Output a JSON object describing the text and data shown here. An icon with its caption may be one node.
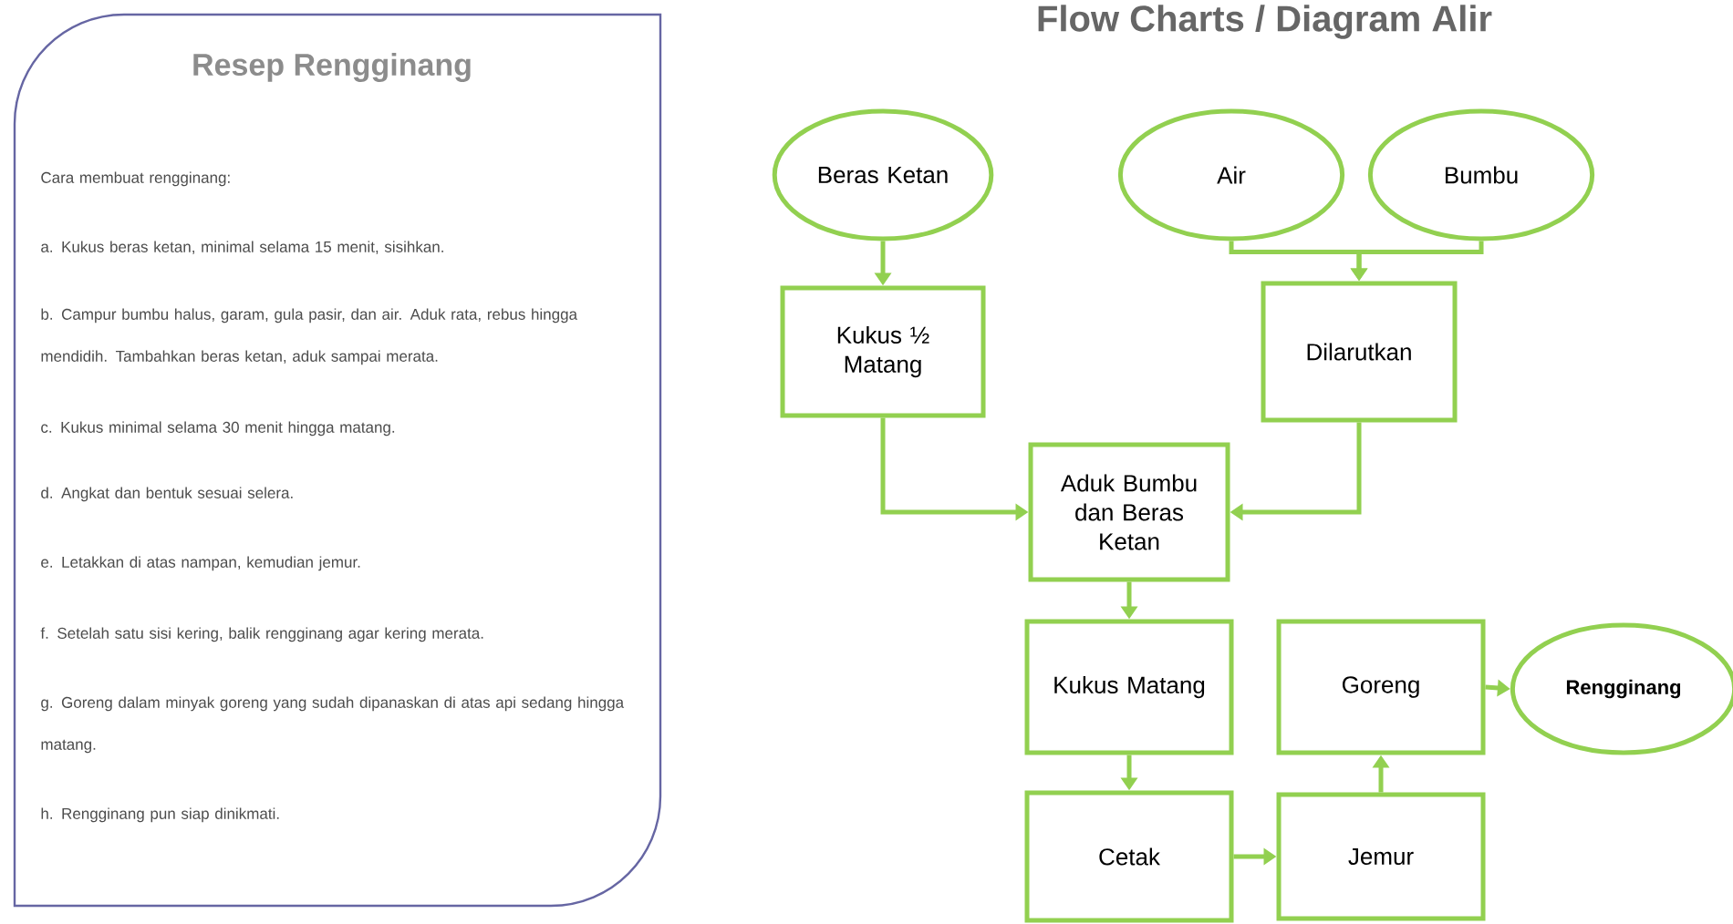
{
  "diagram": {
    "title": "Flow Charts / Diagram Alir",
    "nodes": [
      {
        "text": [
          "Resep Rengginang",
          "Cara membuat rengginang:",
          "a. Kukus beras ketan, minimal selama 15 menit, sisihkan.",
          "b. Campur bumbu halus, garam, gula pasir, dan air. Aduk rata, rebus hingga mendidih. Tambahkan beras ketan, aduk sampai merata.",
          "c. Kukus minimal selama 30 menit hingga matang.",
          "d. Angkat dan bentuk sesuai selera.",
          "e. Letakkan di atas nampan, kemudian jemur.",
          "f. Setelah satu sisi kering, balik rengginang agar kering merata.",
          "g. Goreng dalam minyak goreng yang sudah dipanaskan di atas api sedang hingga matang.",
          "h. Rengginang pun siap dinikmati."
        ]
      },
      {
        "text": [
          "Beras Ketan"
        ]
      },
      {
        "text": [
          "Air"
        ]
      },
      {
        "text": [
          "Bumbu"
        ]
      },
      {
        "text": [
          "Kukus ½ Matang"
        ]
      },
      {
        "text": [
          "Dilarutkan"
        ]
      },
      {
        "text": [
          "Aduk Bumbu dan Beras Ketan"
        ]
      },
      {
        "text": [
          "Kukus Matang"
        ]
      },
      {
        "text": [
          "Goreng"
        ]
      },
      {
        "text": [
          "Rengginang"
        ]
      },
      {
        "text": [
          "Cetak"
        ]
      },
      {
        "text": [
          "Jemur"
        ]
      }
    ],
    "edges": [
      {
        "from": 1,
        "to": 4,
        "arrow": "to"
      },
      {
        "from": 2,
        "to": 5,
        "arrow": "to"
      },
      {
        "from": 3,
        "to": 5,
        "arrow": "to"
      },
      {
        "from": 4,
        "to": 6,
        "arrow": "to"
      },
      {
        "from": 5,
        "to": 6,
        "arrow": "to"
      },
      {
        "from": 6,
        "to": 7,
        "arrow": "to"
      },
      {
        "from": 7,
        "to": 10,
        "arrow": "to"
      },
      {
        "from": 10,
        "to": 11,
        "arrow": "to"
      },
      {
        "from": 11,
        "to": 8,
        "arrow": "to"
      },
      {
        "from": 8,
        "to": 9,
        "arrow": "to"
      }
    ]
  }
}
